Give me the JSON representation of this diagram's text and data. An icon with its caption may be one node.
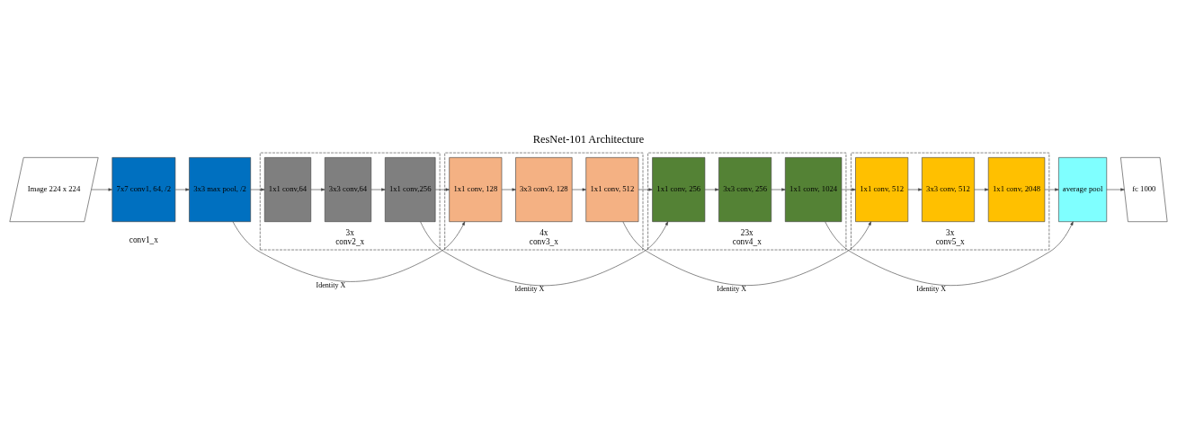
{
  "diagram": {
    "title": "ResNet-101 Architecture",
    "nodes": [
      {
        "text": [
          "Image 224 x 224"
        ]
      },
      {
        "text": [
          "7x7 conv1, 64, /2"
        ]
      },
      {
        "text": [
          "3x3 max pool, /2"
        ]
      },
      {
        "text": [
          "3x",
          "conv2_x"
        ]
      },
      {
        "text": [
          "1x1 conv,64"
        ],
        "in": 3
      },
      {
        "text": [
          "3x3 conv,64"
        ],
        "in": 3
      },
      {
        "text": [
          "1x1 conv,256"
        ],
        "in": 3
      },
      {
        "text": [
          "4x",
          "conv3_x"
        ]
      },
      {
        "text": [
          "1x1 conv, 128"
        ],
        "in": 7
      },
      {
        "text": [
          "3x3 conv3, 128"
        ],
        "in": 7
      },
      {
        "text": [
          "1x1 conv, 512"
        ],
        "in": 7
      },
      {
        "text": [
          "23x",
          "conv4_x"
        ]
      },
      {
        "text": [
          "1x1 conv, 256"
        ],
        "in": 11
      },
      {
        "text": [
          "3x3 conv, 256"
        ],
        "in": 11
      },
      {
        "text": [
          "1x1 conv, 1024"
        ],
        "in": 11
      },
      {
        "text": [
          "3x",
          "conv5_x"
        ]
      },
      {
        "text": [
          "1x1 conv, 512"
        ],
        "in": 15
      },
      {
        "text": [
          "3x3 conv, 512"
        ],
        "in": 15
      },
      {
        "text": [
          "1x1 conv, 2048"
        ],
        "in": 15
      },
      {
        "text": [
          "average pool"
        ]
      },
      {
        "text": [
          "fc 1000"
        ]
      }
    ],
    "edges": [
      {
        "from": 0,
        "to": 1,
        "arrow": "to"
      },
      {
        "from": 1,
        "to": 2,
        "arrow": "to"
      },
      {
        "from": 2,
        "to": 4,
        "arrow": "to"
      },
      {
        "from": 4,
        "to": 5,
        "arrow": "to"
      },
      {
        "from": 5,
        "to": 6,
        "arrow": "to"
      },
      {
        "from": 2,
        "to": 8,
        "arrow": "to",
        "label": "Identity X"
      },
      {
        "from": 6,
        "to": 8,
        "arrow": "to"
      },
      {
        "from": 8,
        "to": 9,
        "arrow": "to"
      },
      {
        "from": 9,
        "to": 10,
        "arrow": "to"
      },
      {
        "from": 6,
        "to": 12,
        "arrow": "to",
        "label": "Identity X"
      },
      {
        "from": 10,
        "to": 12,
        "arrow": "to"
      },
      {
        "from": 12,
        "to": 13,
        "arrow": "to"
      },
      {
        "from": 13,
        "to": 14,
        "arrow": "to"
      },
      {
        "from": 10,
        "to": 16,
        "arrow": "to",
        "label": "Identity X"
      },
      {
        "from": 14,
        "to": 16,
        "arrow": "to"
      },
      {
        "from": 16,
        "to": 17,
        "arrow": "to"
      },
      {
        "from": 17,
        "to": 18,
        "arrow": "to"
      },
      {
        "from": 14,
        "to": 19,
        "arrow": "to",
        "label": "Identity X"
      },
      {
        "from": 18,
        "to": 19,
        "arrow": "to"
      },
      {
        "from": 19,
        "to": 20,
        "arrow": "to"
      }
    ],
    "labels": [
      "conv1_x"
    ]
  }
}
